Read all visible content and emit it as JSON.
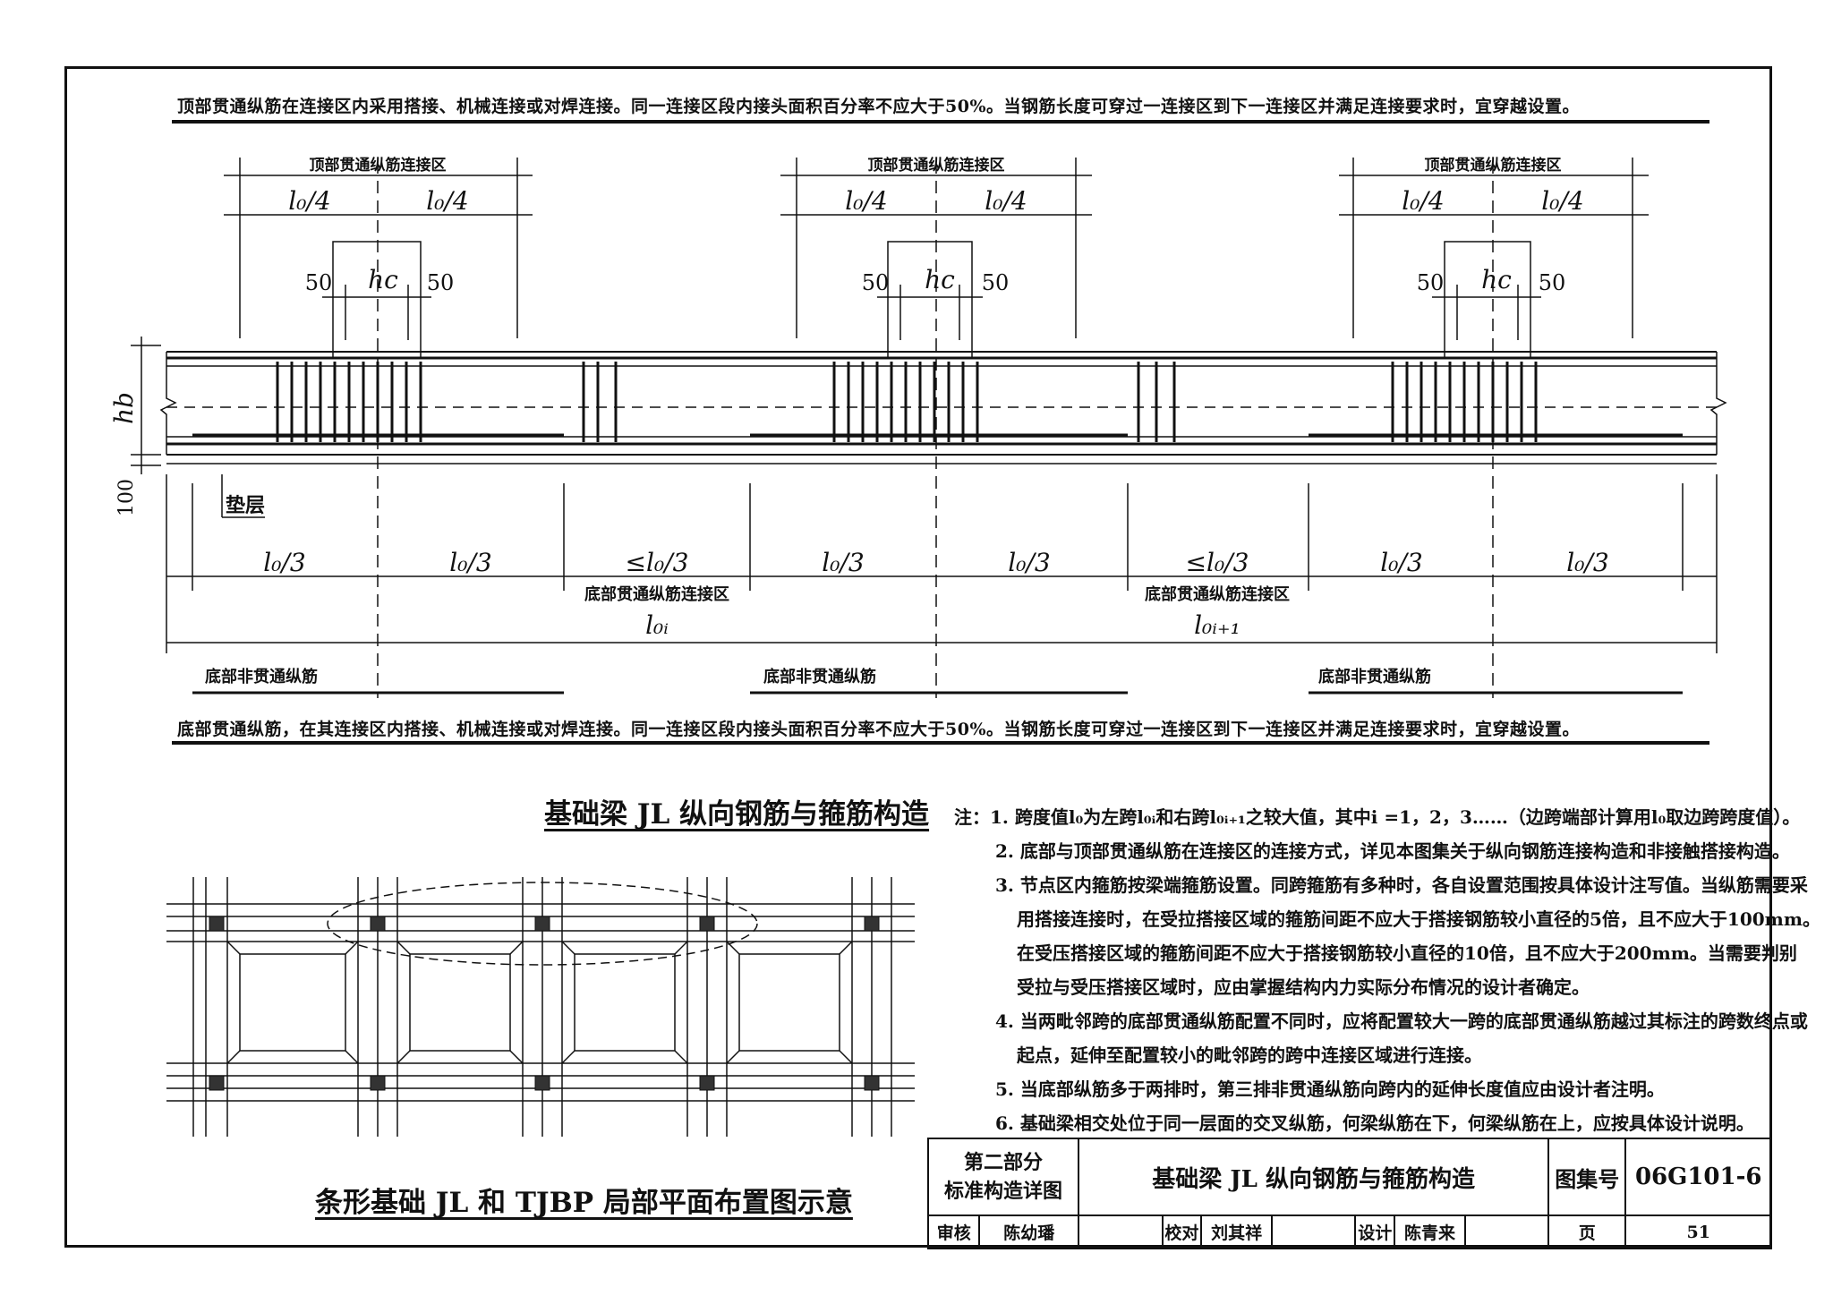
{
  "top_note": "顶部贯通纵筋在连接区内采用搭接、机械连接或对焊连接。同一连接区段内接头面积百分率不应大于50%。当钢筋长度可穿过一连接区到下一连接区并满足连接要求时，宜穿越设置。",
  "bottom_note": "底部贯通纵筋，在其连接区内搭接、机械连接或对焊连接。同一连接区段内接头面积百分率不应大于50%。当钢筋长度可穿过一连接区到下一连接区并满足连接要求时，宜穿越设置。",
  "diagram": {
    "top_zone_label": "顶部贯通纵筋连接区",
    "quarter_label": "l₀/4",
    "dim_50": "50",
    "hc_label": "hc",
    "hb_label": "hb",
    "cover_label": "100",
    "cushion_label": "垫层",
    "third_label": "l₀/3",
    "third_le_label": "≤l₀/3",
    "bottom_zone_label": "底部贯通纵筋连接区",
    "span_i": "l₀ᵢ",
    "span_i1": "l₀ᵢ₊₁",
    "bottom_nonthrough_label": "底部非贯通纵筋"
  },
  "title_main": "基础梁 JL 纵向钢筋与箍筋构造",
  "title_plan": "条形基础 JL 和 TJBP 局部平面布置图示意",
  "notes": [
    "注：1. 跨度值l₀为左跨l₀ᵢ和右跨l₀ᵢ₊₁之较大值，其中i =1，2，3……（边跨端部计算用l₀取边跨跨度值）。",
    "2. 底部与顶部贯通纵筋在连接区的连接方式，详见本图集关于纵向钢筋连接构造和非接触搭接构造。",
    "3. 节点区内箍筋按梁端箍筋设置。同跨箍筋有多种时，各自设置范围按具体设计注写值。当纵筋需要采",
    "用搭接连接时，在受拉搭接区域的箍筋间距不应大于搭接钢筋较小直径的5倍，且不应大于100mm。",
    "在受压搭接区域的箍筋间距不应大于搭接钢筋较小直径的10倍，且不应大于200mm。当需要判别",
    "受拉与受压搭接区域时，应由掌握结构内力实际分布情况的设计者确定。",
    "4. 当两毗邻跨的底部贯通纵筋配置不同时，应将配置较大一跨的底部贯通纵筋越过其标注的跨数终点或",
    "起点，延伸至配置较小的毗邻跨的跨中连接区域进行连接。",
    "5. 当底部纵筋多于两排时，第三排非贯通纵筋向跨内的延伸长度值应由设计者注明。",
    "6. 基础梁相交处位于同一层面的交叉纵筋，何梁纵筋在下，何梁纵筋在上，应按具体设计说明。"
  ],
  "title_block": {
    "part": "第二部分",
    "part_sub": "标准构造详图",
    "drawing_title": "基础梁 JL 纵向钢筋与箍筋构造",
    "atlas_label": "图集号",
    "atlas_no": "06G101-6",
    "review_label": "审核",
    "reviewer": "陈幼璠",
    "check_label": "校对",
    "checker": "刘其祥",
    "design_label": "设计",
    "designer": "陈青来",
    "page_label": "页",
    "page_no": "51"
  }
}
